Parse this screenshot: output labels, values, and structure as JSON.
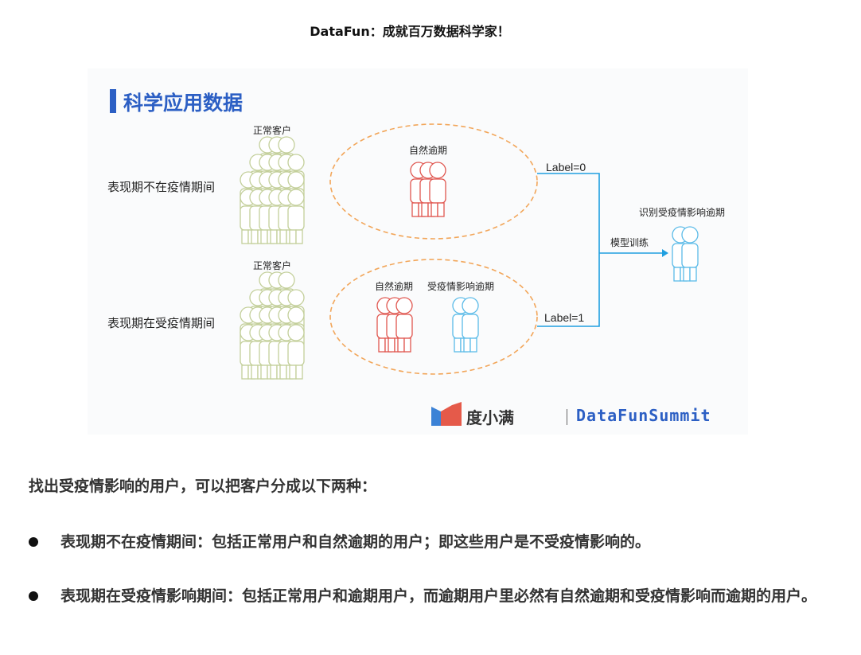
{
  "header": {
    "title": "DataFun：成就百万数据科学家！"
  },
  "slide": {
    "title": "科学应用数据",
    "left_labels": [
      "表现期不在疫情期间",
      "表现期在受疫情期间"
    ],
    "normal_customers": "正常客户",
    "natural_overdue": "自然逾期",
    "covid_overdue": "受疫情影响逾期",
    "label0": "Label=0",
    "label1": "Label=1",
    "model_training": "模型训练",
    "identify": "识别受疫情影响逾期",
    "brand": "度小满",
    "summit": "DataFunSummit",
    "colors": {
      "title_blue": "#2c5fc4",
      "normal_green": "#c3cf9a",
      "natural_red": "#e0564f",
      "covid_blue": "#5bbbe8",
      "ellipse_orange": "#f2a65a",
      "line_blue": "#1f9fe0"
    }
  },
  "body": {
    "intro": "找出受疫情影响的用户，可以把客户分成以下两种：",
    "bullets": [
      "表现期不在疫情期间：包括正常用户和自然逾期的用户；即这些用户是不受疫情影响的。",
      "表现期在受疫情影响期间：包括正常用户和逾期用户，而逾期用户里必然有自然逾期和受疫情影响而逾期的用户。"
    ]
  }
}
